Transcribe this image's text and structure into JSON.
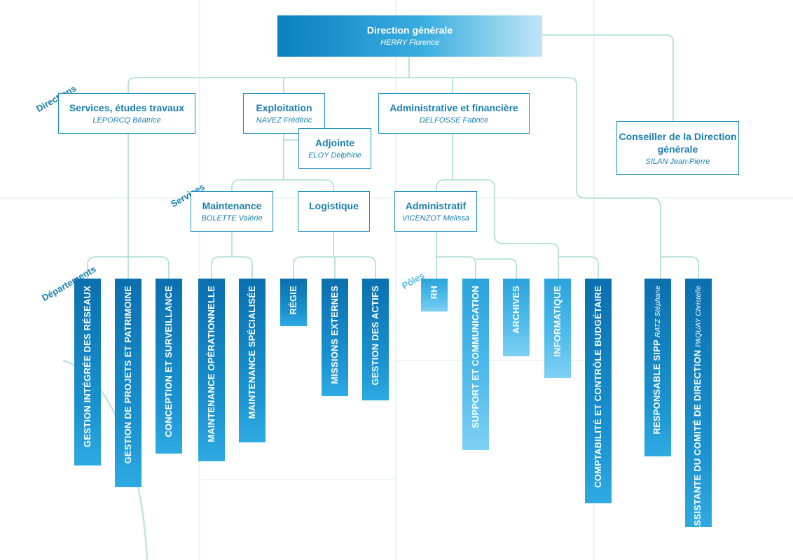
{
  "top": {
    "title": "Direction générale",
    "name": "HERRY Florence"
  },
  "categories": {
    "directions": "Directions",
    "services": "Services",
    "departements": "Départements",
    "poles": "Pôles"
  },
  "directions": [
    {
      "title": "Services, études travaux",
      "name": "LEPORCQ Béatrice"
    },
    {
      "title": "Exploitation",
      "name": "NAVEZ Frédéric"
    },
    {
      "title": "Administrative et financière",
      "name": "DELFOSSE Fabrice"
    }
  ],
  "adjointe": {
    "title": "Adjointe",
    "name": "ELOY Delphine"
  },
  "conseiller": {
    "title": "Conseiller de la Direction générale",
    "name": "SILAN Jean-Pierre"
  },
  "services": [
    {
      "title": "Maintenance",
      "name": "BOLETTE Valérie"
    },
    {
      "title": "Logistique",
      "name": ""
    },
    {
      "title": "Administratif",
      "name": "VICENZOT Melissa"
    }
  ],
  "departements": [
    "GESTION INTÉGRÉE DES RÉSEAUX",
    "GESTION DE PROJETS ET PATRIMOINE",
    "CONCEPTION ET SURVEILLANCE",
    "MAINTENANCE OPÉRATIONNELLE",
    "MAINTENANCE SPÉCIALISÉE",
    "RÉGIE",
    "MISSIONS EXTERNES",
    "GESTION DES ACTIFS"
  ],
  "poles": [
    "RH",
    "SUPPORT ET COMMUNICATION",
    "ARCHIVES",
    "INFORMATIQUE",
    "COMPTABILITÉ ET CONTRÔLE BUDGÉTAIRE"
  ],
  "staff": [
    {
      "title": "RESPONSABLE SIPP",
      "name": "RATZ Stéphane"
    },
    {
      "title": "ASSISTANTE DU COMITÉ DE DIRECTION",
      "name": "PAQUAY Christelle"
    }
  ]
}
